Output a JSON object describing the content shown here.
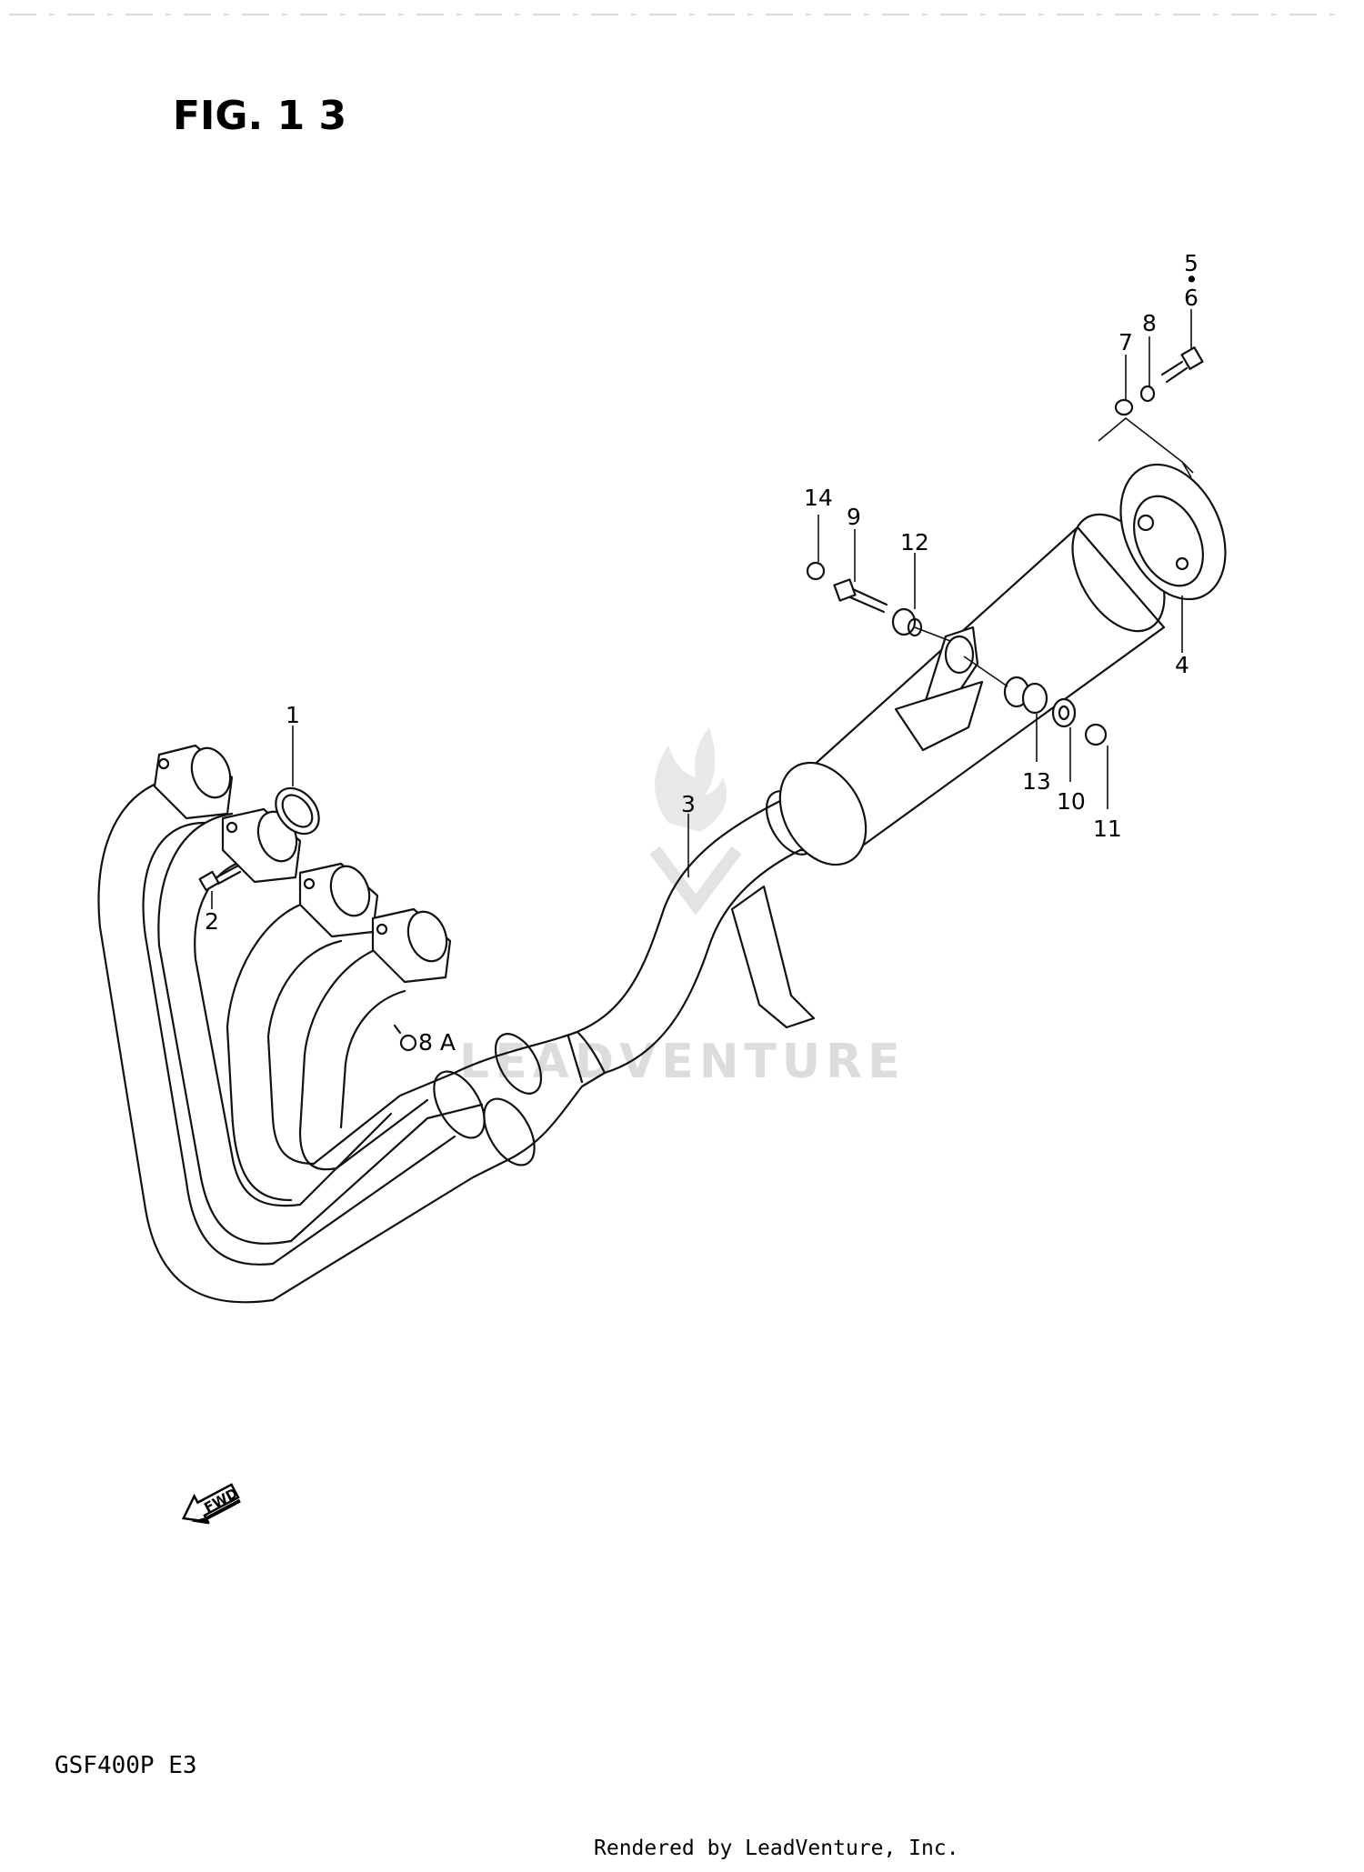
{
  "figure": {
    "title": "FIG. 1 3",
    "model": "GSF400P  E3",
    "footer": "Rendered by LeadVenture, Inc.",
    "watermark": "LEADVENTURE",
    "fwd_label": "FWD"
  },
  "callouts": {
    "c1": "1",
    "c2": "2",
    "c3": "3",
    "c4": "4",
    "c5": "5",
    "c5_6_sep": "•",
    "c6": "6",
    "c7": "7",
    "c8": "8",
    "c8a": "8 A",
    "c9": "9",
    "c10": "10",
    "c11": "11",
    "c12": "12",
    "c13": "13",
    "c14": "14"
  }
}
